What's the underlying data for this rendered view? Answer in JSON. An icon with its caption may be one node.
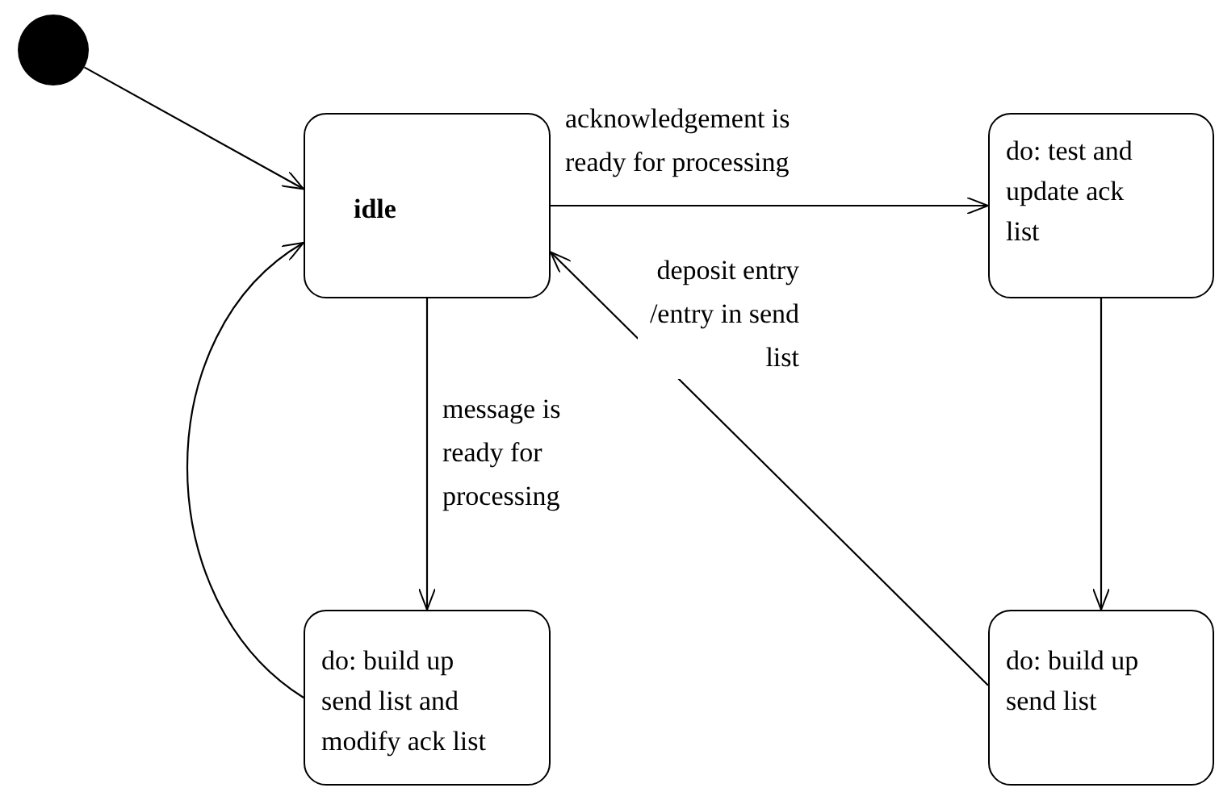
{
  "diagram": {
    "nodes": [
      {
        "text": [],
        "shape": "circle"
      },
      {
        "text": [
          "idle"
        ]
      },
      {
        "text": [
          "do: test and update ack list"
        ]
      },
      {
        "text": [
          "do: build up send list and modify ack list"
        ]
      },
      {
        "text": [
          "do: build up send list"
        ]
      }
    ],
    "edges": [
      {
        "from": 0,
        "to": 1,
        "arrow": "to"
      },
      {
        "from": 1,
        "to": 2,
        "arrow": "to",
        "label": "acknowledgement is ready for processing"
      },
      {
        "from": 2,
        "to": 4,
        "arrow": "to"
      },
      {
        "from": 4,
        "to": 1,
        "arrow": "to",
        "label": "deposit entry /entry in send list"
      },
      {
        "from": 1,
        "to": 3,
        "arrow": "to",
        "label": "message is ready for processing"
      },
      {
        "from": 3,
        "to": 1,
        "arrow": "to"
      }
    ]
  }
}
